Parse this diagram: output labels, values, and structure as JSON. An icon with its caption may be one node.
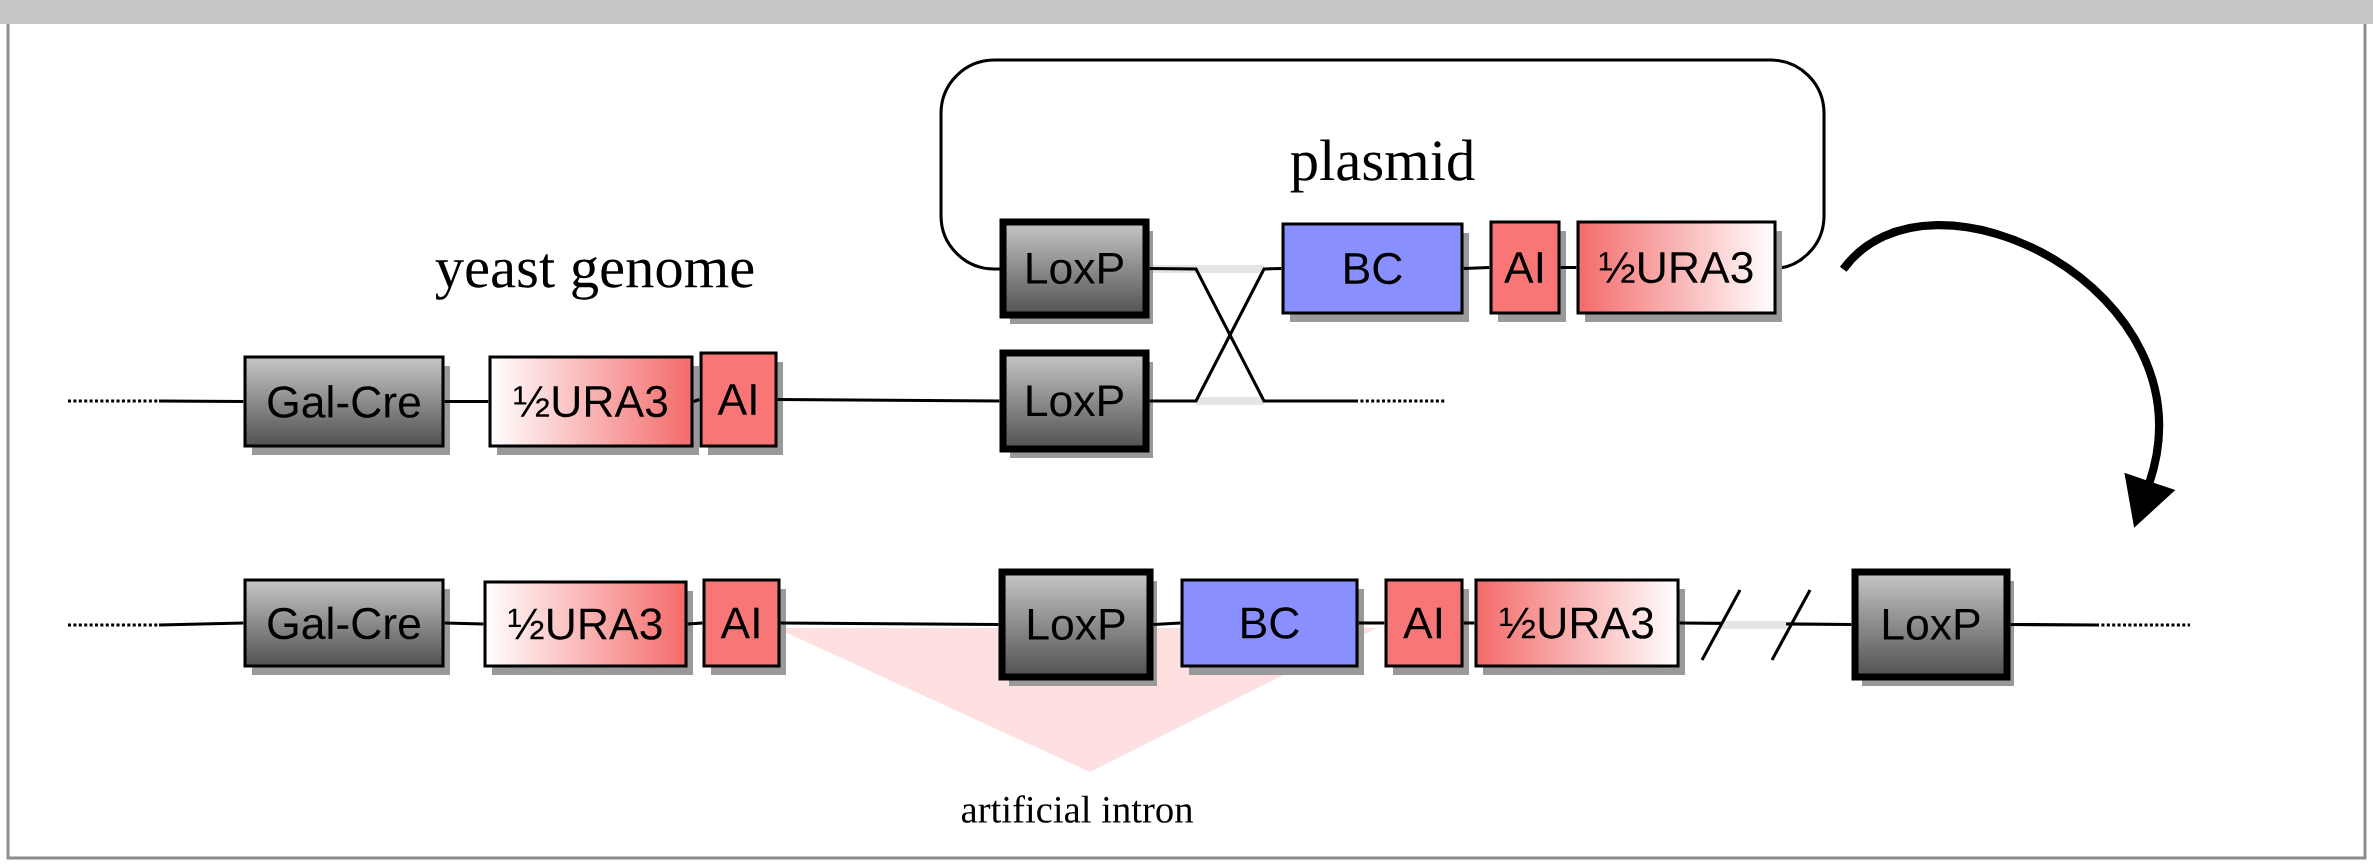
{
  "diagram": {
    "nodes": [
      {
        "text": [
          "plasmid"
        ]
      },
      {
        "text": [
          "LoxP"
        ]
      },
      {
        "text": [
          "BC"
        ]
      },
      {
        "text": [
          "AI"
        ]
      },
      {
        "text": [
          "½URA3"
        ]
      },
      {
        "text": [
          "Gal-Cre"
        ]
      },
      {
        "text": [
          "½URA3"
        ]
      },
      {
        "text": [
          "AI"
        ]
      },
      {
        "text": [
          "LoxP"
        ]
      },
      {
        "text": [
          "Gal-Cre"
        ]
      },
      {
        "text": [
          "½URA3"
        ]
      },
      {
        "text": [
          "AI"
        ]
      },
      {
        "text": [
          "LoxP"
        ]
      },
      {
        "text": [
          "BC"
        ]
      },
      {
        "text": [
          "AI"
        ]
      },
      {
        "text": [
          "½URA3"
        ]
      },
      {
        "text": [
          "LoxP"
        ]
      },
      {
        "text": [
          "artificial intron"
        ]
      }
    ],
    "edges": [
      {
        "from": 2,
        "to": 3,
        "arrow": "none"
      },
      {
        "from": 3,
        "to": 4,
        "arrow": "none"
      },
      {
        "from": 8,
        "to": 2,
        "arrow": "none"
      },
      {
        "from": 1,
        "to": null,
        "arrow": "none"
      },
      {
        "from": null,
        "to": 5,
        "arrow": "none"
      },
      {
        "from": 5,
        "to": 6,
        "arrow": "none"
      },
      {
        "from": 6,
        "to": 7,
        "arrow": "none"
      },
      {
        "from": 7,
        "to": 8,
        "arrow": "none"
      },
      {
        "from": null,
        "to": 9,
        "arrow": "none"
      },
      {
        "from": 9,
        "to": 10,
        "arrow": "none"
      },
      {
        "from": 10,
        "to": 11,
        "arrow": "none"
      },
      {
        "from": 11,
        "to": 12,
        "arrow": "none"
      },
      {
        "from": 12,
        "to": 13,
        "arrow": "none"
      },
      {
        "from": 13,
        "to": 14,
        "arrow": "none"
      },
      {
        "from": 14,
        "to": 15,
        "arrow": "none"
      },
      {
        "from": 15,
        "to": 16,
        "arrow": "none"
      },
      {
        "from": 16,
        "to": null,
        "arrow": "none"
      },
      {
        "from": 0,
        "to": null,
        "arrow": "to",
        "style": "thick"
      }
    ],
    "labels": [
      "yeast genome"
    ]
  }
}
